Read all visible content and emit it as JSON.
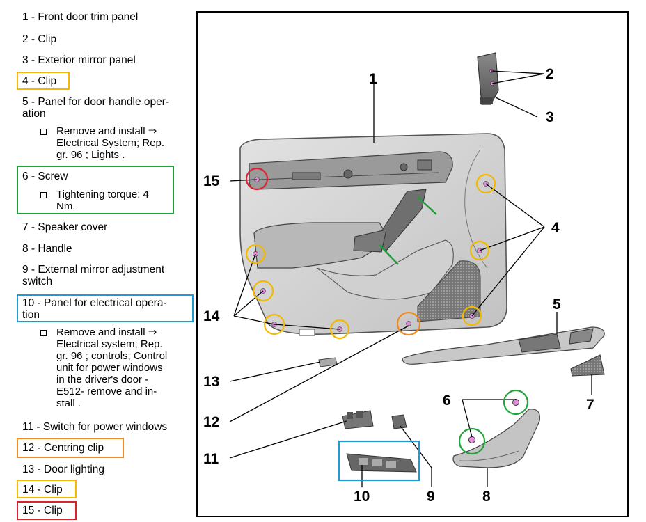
{
  "legend": {
    "items": [
      {
        "text": "1 - Front door trim panel"
      },
      {
        "text": "2 - Clip"
      },
      {
        "text": "3 - Exterior mirror panel"
      },
      {
        "text": "4 - Clip"
      },
      {
        "text": "5 - Panel for door handle oper-\nation"
      },
      {
        "text": "Remove and install ⇒\nElectrical System; Rep.\ngr.  96 ; Lights ."
      },
      {
        "text": "6 - Screw"
      },
      {
        "text": "Tightening torque: 4\nNm."
      },
      {
        "text": "7 - Speaker cover"
      },
      {
        "text": "8 - Handle"
      },
      {
        "text": "9 - External mirror adjustment\nswitch"
      },
      {
        "text": "10 - Panel for electrical opera-\ntion"
      },
      {
        "text": "Remove and install ⇒\nElectrical system; Rep.\ngr.  96 ; controls; Control\nunit for power windows\nin the driver's door -\nE512- remove and in-\nstall ."
      },
      {
        "text": "11 - Switch for power windows"
      },
      {
        "text": "12 - Centring clip"
      },
      {
        "text": "13 - Door lighting"
      },
      {
        "text": "14 - Clip"
      },
      {
        "text": "15 - Clip"
      }
    ]
  },
  "highlight_colors": {
    "yellow": "#f5b800",
    "green": "#22a33a",
    "blue": "#1f9ad6",
    "orange": "#f08a24",
    "red": "#d9232d"
  },
  "callouts": {
    "c1": "1",
    "c2": "2",
    "c3": "3",
    "c4": "4",
    "c5": "5",
    "c6": "6",
    "c7": "7",
    "c8": "8",
    "c9": "9",
    "c10": "10",
    "c11": "11",
    "c12": "12",
    "c13": "13",
    "c14": "14",
    "c15": "15"
  }
}
